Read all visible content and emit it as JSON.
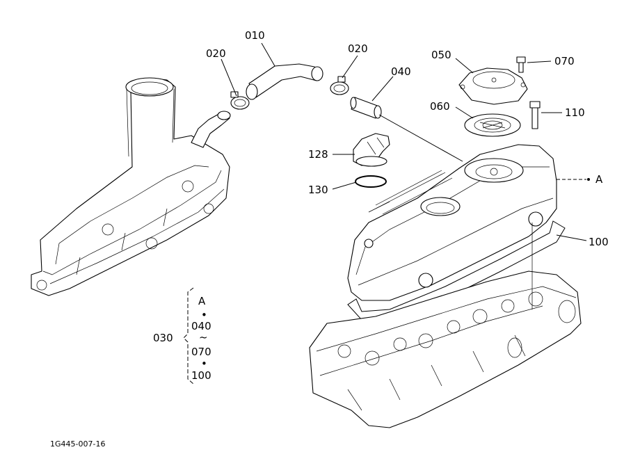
{
  "labels": {
    "p010": "010",
    "p020a": "020",
    "p020b": "020",
    "p040": "040",
    "p050": "050",
    "p060": "060",
    "p070": "070",
    "p110": "110",
    "p128": "128",
    "p130": "130",
    "pA": "A",
    "p100": "100"
  },
  "assembly": {
    "code": "030",
    "items": [
      "A",
      "•",
      "040",
      "~",
      "070",
      "•",
      "100"
    ]
  },
  "drawing_code": "1G445-007-16"
}
